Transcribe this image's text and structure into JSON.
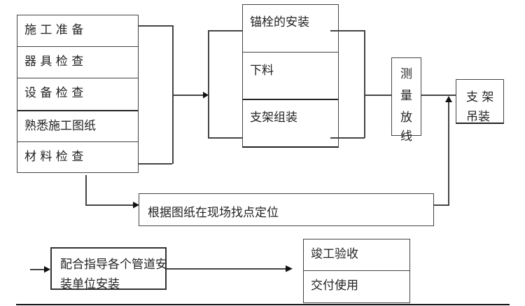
{
  "prep_steps": [
    {
      "label": "施 工 准 备"
    },
    {
      "label": "器 具 检 查"
    },
    {
      "label": "设 备 检 查"
    },
    {
      "label": "熟悉施工图纸"
    },
    {
      "label": "材 料 检 查"
    }
  ],
  "parallel_steps": [
    {
      "label": "锚栓的安装"
    },
    {
      "label": "下料"
    },
    {
      "label": "支架组装"
    }
  ],
  "survey": {
    "chars": [
      "测",
      "量",
      "放",
      "线"
    ]
  },
  "hanging": {
    "line1": "支 架",
    "line2": "吊装"
  },
  "locate": {
    "label": "根据图纸在现场找点定位"
  },
  "coordinate": {
    "line1": "配合指导各个管道安",
    "line2": "装单位安装"
  },
  "final_steps": [
    {
      "label": "竣工验收"
    },
    {
      "label": "交付使用"
    }
  ]
}
